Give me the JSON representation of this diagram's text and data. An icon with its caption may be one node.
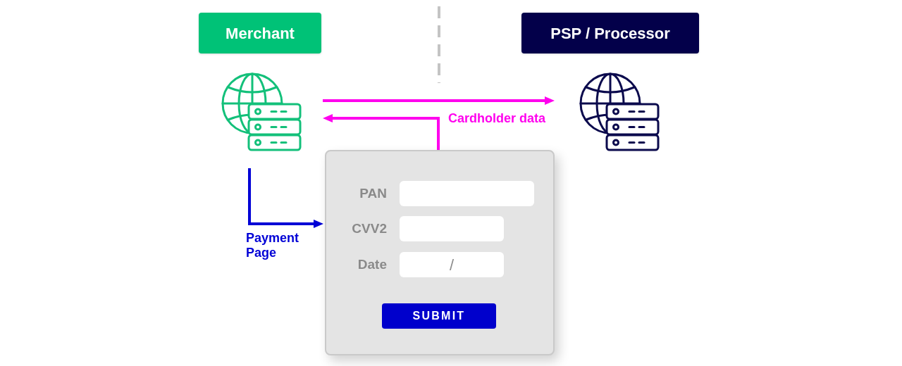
{
  "diagram": {
    "nodes": [
      {
        "text": [
          "Merchant"
        ]
      },
      {
        "text": [
          "PSP / Processor"
        ]
      },
      {
        "text": [],
        "shape": "picture"
      },
      {
        "text": [],
        "shape": "picture"
      },
      {
        "text": [],
        "shape": "box"
      },
      {
        "text": [],
        "shape": "box",
        "in": 4,
        "beside": [
          "PAN"
        ]
      },
      {
        "text": [],
        "shape": "box",
        "in": 4,
        "beside": [
          "CVV2"
        ]
      },
      {
        "text": [
          "/"
        ],
        "in": 4,
        "beside": [
          "Date"
        ]
      },
      {
        "text": [
          "SUBMIT"
        ],
        "in": 4
      }
    ],
    "edges": [
      {
        "from": 2,
        "to": 3,
        "arrow": "to",
        "label": "Cardholder data"
      },
      {
        "from": 4,
        "to": 2,
        "arrow": "to"
      },
      {
        "from": 2,
        "to": 4,
        "arrow": "to",
        "label": "Payment Page",
        "color": "#0000d6"
      }
    ]
  }
}
